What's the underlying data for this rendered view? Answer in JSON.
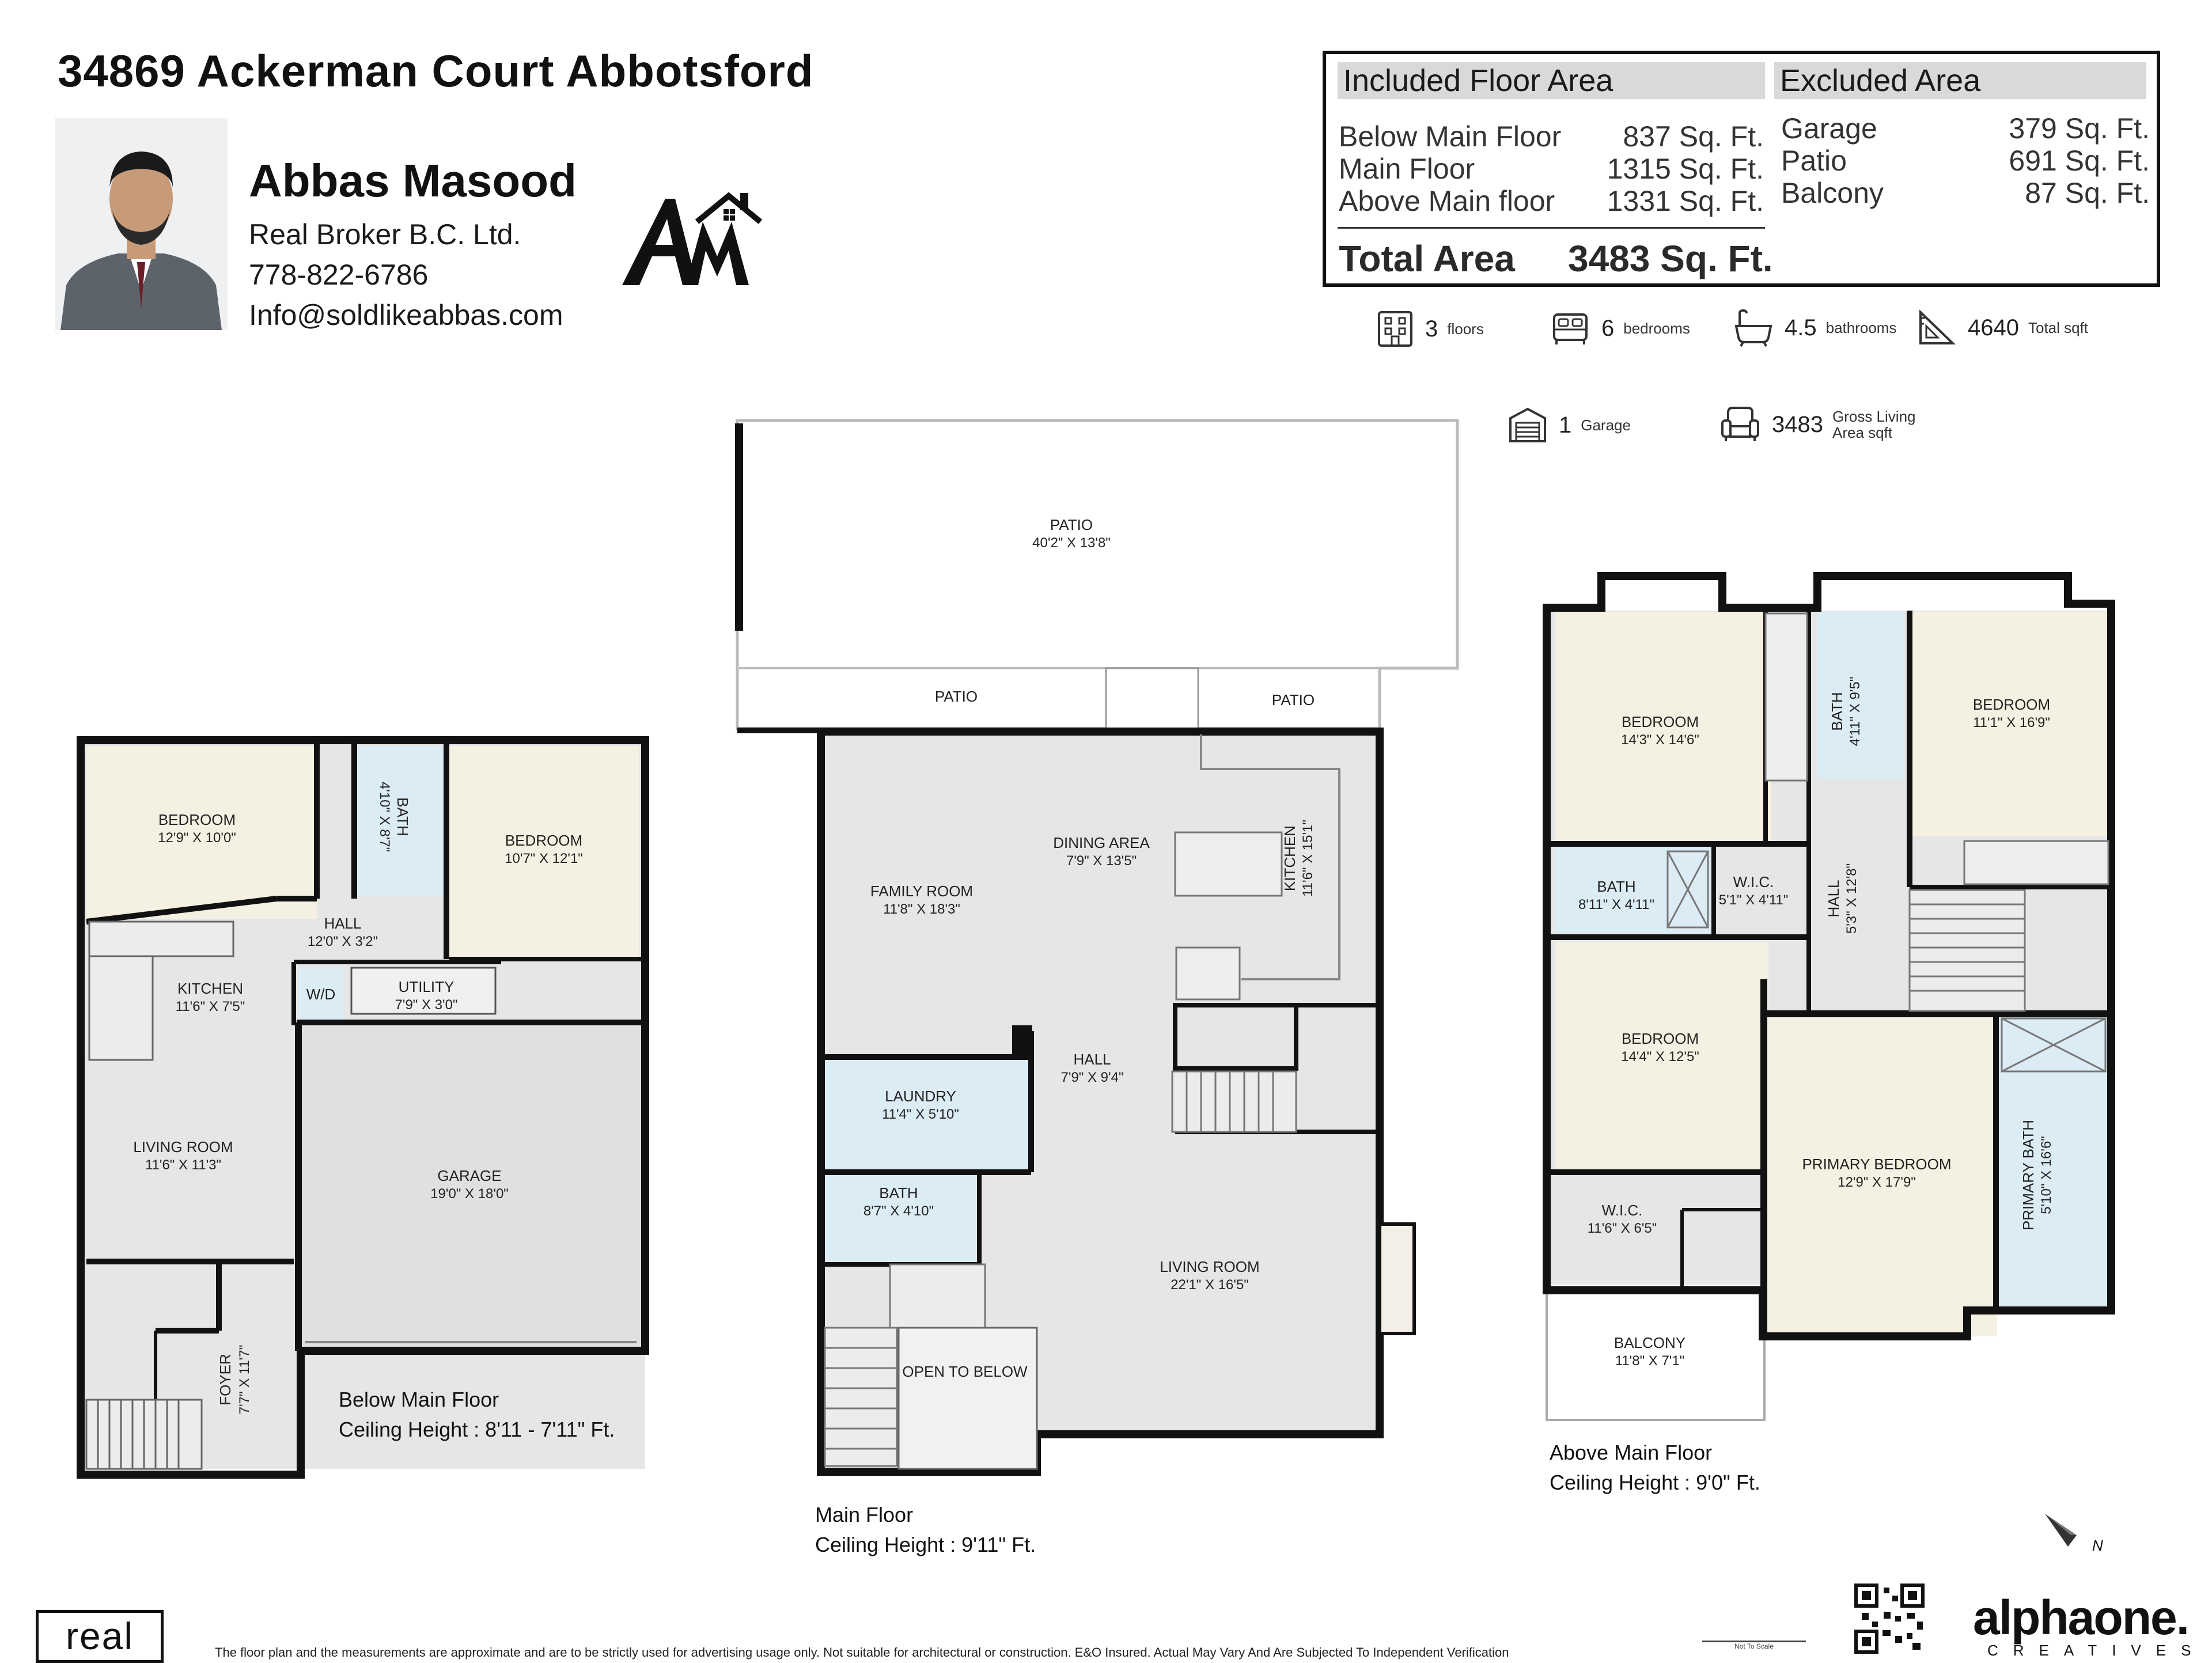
{
  "header": {
    "address": "34869 Ackerman Court Abbotsford"
  },
  "agent": {
    "name": "Abbas Masood",
    "brokerage": "Real Broker B.C. Ltd.",
    "phone": "778-822-6786",
    "email": "Info@soldlikeabbas.com",
    "logo_text": "AM"
  },
  "area_summary": {
    "included_title": "Included Floor Area",
    "excluded_title": "Excluded Area",
    "included": [
      {
        "label": "Below Main Floor",
        "value": "837 Sq. Ft."
      },
      {
        "label": "Main Floor",
        "value": "1315 Sq. Ft."
      },
      {
        "label": "Above Main floor",
        "value": "1331 Sq. Ft."
      }
    ],
    "excluded": [
      {
        "label": "Garage",
        "value": "379 Sq. Ft."
      },
      {
        "label": "Patio",
        "value": "691 Sq. Ft."
      },
      {
        "label": "Balcony",
        "value": "87 Sq. Ft."
      }
    ],
    "total_label": "Total Area",
    "total_value": "3483 Sq. Ft."
  },
  "stats": [
    {
      "icon": "floors-icon",
      "value": "3",
      "label": "floors"
    },
    {
      "icon": "bed-icon",
      "value": "6",
      "label": "bedrooms"
    },
    {
      "icon": "bathtub-icon",
      "value": "4.5",
      "label": "bathrooms"
    },
    {
      "icon": "ruler-triangle-icon",
      "value": "4640",
      "label": "Total sqft"
    },
    {
      "icon": "garage-icon",
      "value": "1",
      "label": "Garage"
    },
    {
      "icon": "sofa-icon",
      "value": "3483",
      "label": "Gross Living Area sqft"
    }
  ],
  "floors": {
    "below": {
      "caption": "Below Main Floor",
      "ceiling": "Ceiling Height : 8'11 - 7'11\" Ft.",
      "rooms": [
        {
          "name": "BEDROOM",
          "dim": "12'9\" X 10'0\""
        },
        {
          "name": "BATH",
          "dim": "4'10\" X 8'7\""
        },
        {
          "name": "BEDROOM",
          "dim": "10'7\" X 12'1\""
        },
        {
          "name": "HALL",
          "dim": "12'0\" X 3'2\""
        },
        {
          "name": "KITCHEN",
          "dim": "11'6\" X 7'5\""
        },
        {
          "name": "W/D",
          "dim": ""
        },
        {
          "name": "UTILITY",
          "dim": "7'9\" X 3'0\""
        },
        {
          "name": "LIVING ROOM",
          "dim": "11'6\" X 11'3\""
        },
        {
          "name": "GARAGE",
          "dim": "19'0\" X 18'0\""
        },
        {
          "name": "FOYER",
          "dim": "7'7\" X 11'7\""
        }
      ]
    },
    "main": {
      "caption": "Main Floor",
      "ceiling": "Ceiling Height : 9'11\" Ft.",
      "rooms": [
        {
          "name": "PATIO",
          "dim": "40'2\" X 13'8\""
        },
        {
          "name": "PATIO",
          "dim": ""
        },
        {
          "name": "PATIO",
          "dim": ""
        },
        {
          "name": "DINING AREA",
          "dim": "7'9\" X 13'5\""
        },
        {
          "name": "FAMILY ROOM",
          "dim": "11'8\" X 18'3\""
        },
        {
          "name": "KITCHEN",
          "dim": "11'6\" X 15'1\""
        },
        {
          "name": "HALL",
          "dim": "7'9\" X 9'4\""
        },
        {
          "name": "LAUNDRY",
          "dim": "11'4\" X 5'10\""
        },
        {
          "name": "BATH",
          "dim": "8'7\" X 4'10\""
        },
        {
          "name": "LIVING ROOM",
          "dim": "22'1\" X 16'5\""
        },
        {
          "name": "OPEN TO BELOW",
          "dim": ""
        }
      ]
    },
    "above": {
      "caption": "Above Main Floor",
      "ceiling": "Ceiling Height : 9'0\" Ft.",
      "rooms": [
        {
          "name": "BEDROOM",
          "dim": "14'3\" X 14'6\""
        },
        {
          "name": "BATH",
          "dim": "4'11\" X 9'5\""
        },
        {
          "name": "BEDROOM",
          "dim": "11'1\" X 16'9\""
        },
        {
          "name": "BATH",
          "dim": "8'11\" X 4'11\""
        },
        {
          "name": "W.I.C.",
          "dim": "5'1\" X 4'11\""
        },
        {
          "name": "HALL",
          "dim": "5'3\" X 12'8\""
        },
        {
          "name": "BEDROOM",
          "dim": "14'4\" X 12'5\""
        },
        {
          "name": "PRIMARY BEDROOM",
          "dim": "12'9\" X 17'9\""
        },
        {
          "name": "PRIMARY BATH",
          "dim": "5'10\" X 16'6\""
        },
        {
          "name": "W.I.C.",
          "dim": "11'6\" X 6'5\""
        },
        {
          "name": "BALCONY",
          "dim": "11'8\" X 7'1\""
        }
      ]
    }
  },
  "footer": {
    "real_logo": "real",
    "disclaimer": "The floor plan and the measurements are approximate and are to be strictly used for advertising usage only. Not suitable for architectural or construction. E&O Insured. Actual May Vary And Are Subjected To Independent Verification",
    "scale_note": "Not To Scale",
    "alpha_logo": "alphaone.",
    "alpha_sub": "CREATIVES",
    "compass": "N"
  },
  "colors": {
    "wall": "#111111",
    "floor_grey": "#e6e6e6",
    "bedroom_cream": "#f5f1e2",
    "bath_blue": "#dcecf5",
    "patio_white": "#ffffff",
    "header_grey": "#d9d9d9"
  }
}
